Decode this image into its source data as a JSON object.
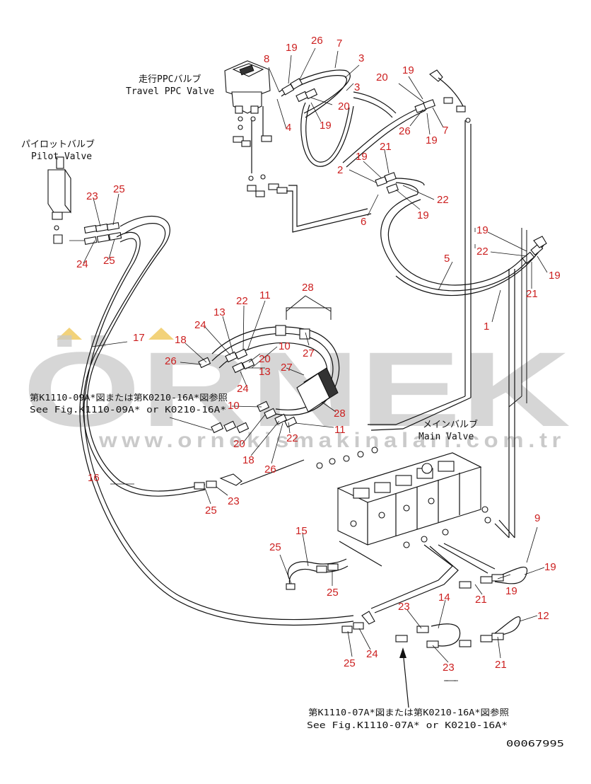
{
  "labels": {
    "travel_ppc_valve_jp": "走行PPCバルブ",
    "travel_ppc_valve_en": "Travel PPC Valve",
    "pilot_valve_jp": "パイロットバルブ",
    "pilot_valve_en": "Pilot Valve",
    "main_valve_jp": "メインバルブ",
    "main_valve_en": "Main Valve",
    "see_fig_top_jp": "第K1110-09A*図または第K0210-16A*図参照",
    "see_fig_top_en": "See Fig.K1110-09A* or K0210-16A*",
    "see_fig_bottom_jp": "第K1110-07A*図または第K0210-16A*図参照",
    "see_fig_bottom_en": "See Fig.K1110-07A* or K0210-16A*",
    "drawing_number": "00067995"
  },
  "watermark": {
    "brand": "ÖRNEK",
    "url": "www.ornekismakinalari.com.tr"
  },
  "callouts": [
    "8",
    "19",
    "26",
    "7",
    "3",
    "3",
    "20",
    "20",
    "19",
    "19",
    "26",
    "19",
    "7",
    "4",
    "21",
    "19",
    "2",
    "22",
    "6",
    "19",
    "19",
    "22",
    "19",
    "21",
    "5",
    "1",
    "28",
    "22",
    "11",
    "13",
    "24",
    "18",
    "20",
    "10",
    "26",
    "13",
    "27",
    "24",
    "27",
    "10",
    "20",
    "28",
    "18",
    "26",
    "22",
    "11",
    "17",
    "23",
    "25",
    "24",
    "25",
    "16",
    "25",
    "23",
    "15",
    "25",
    "25",
    "24",
    "25",
    "23",
    "14",
    "23",
    "9",
    "19",
    "21",
    "19",
    "12",
    "21"
  ],
  "colors": {
    "callout": "#cc1f1f",
    "line": "#111111",
    "watermark_text": "#c9c9c9",
    "watermark_accent": "#f2d27a"
  }
}
